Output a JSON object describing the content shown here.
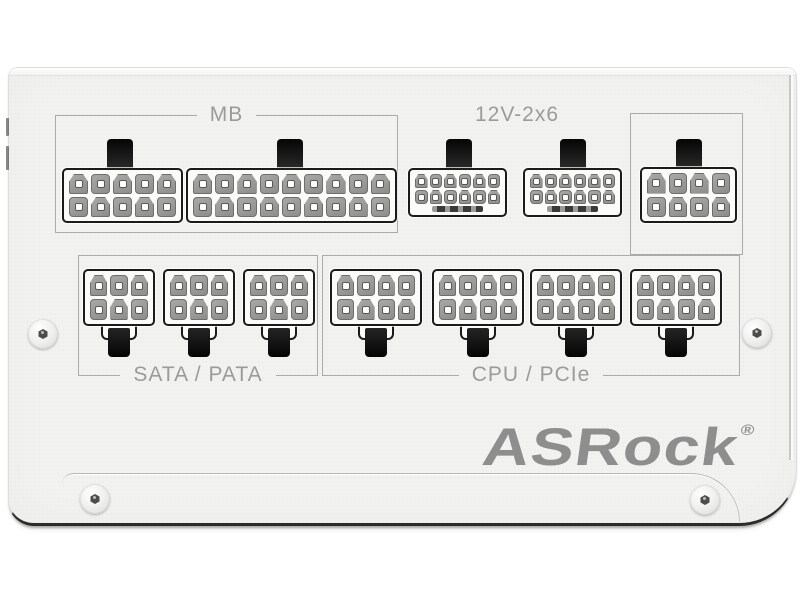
{
  "brand": {
    "name": "ASRock",
    "registered_mark": "®"
  },
  "sections": {
    "mb": {
      "label": "MB",
      "connectors": [
        {
          "name": "mb-24pin-socket-left",
          "rows": 2,
          "cols": 5,
          "clip": "top"
        },
        {
          "name": "mb-24pin-socket-right",
          "rows": 2,
          "cols": 9,
          "clip": "top"
        }
      ]
    },
    "gpu12v": {
      "label": "12V-2x6",
      "connectors": [
        {
          "name": "12v-2x6-socket-1",
          "rows": 2,
          "cols": 6,
          "clip": "top",
          "sense_strip": true
        },
        {
          "name": "12v-2x6-socket-2",
          "rows": 2,
          "cols": 6,
          "clip": "top",
          "sense_strip": true
        }
      ]
    },
    "aux": {
      "label": "",
      "connectors": [
        {
          "name": "aux-8pin-socket",
          "rows": 2,
          "cols": 4,
          "clip": "top"
        }
      ]
    },
    "sata": {
      "label": "SATA / PATA",
      "connectors": [
        {
          "name": "sata-pata-socket-1",
          "rows": 2,
          "cols": 3,
          "clip": "bottom"
        },
        {
          "name": "sata-pata-socket-2",
          "rows": 2,
          "cols": 3,
          "clip": "bottom"
        },
        {
          "name": "sata-pata-socket-3",
          "rows": 2,
          "cols": 3,
          "clip": "bottom"
        }
      ]
    },
    "cpu_pcie": {
      "label": "CPU / PCIe",
      "connectors": [
        {
          "name": "cpu-pcie-socket-1",
          "rows": 2,
          "cols": 4,
          "clip": "bottom"
        },
        {
          "name": "cpu-pcie-socket-2",
          "rows": 2,
          "cols": 4,
          "clip": "bottom"
        },
        {
          "name": "cpu-pcie-socket-3",
          "rows": 2,
          "cols": 4,
          "clip": "bottom"
        },
        {
          "name": "cpu-pcie-socket-4",
          "rows": 2,
          "cols": 4,
          "clip": "bottom"
        }
      ]
    }
  },
  "colors": {
    "panel_white": "#f2f2f1",
    "connector_outline": "#1b1b1b",
    "pin_gray": "#989898",
    "clip_black": "#111111",
    "label_gray": "#9b9b9b",
    "logo_gray": "#8e8e8e"
  }
}
